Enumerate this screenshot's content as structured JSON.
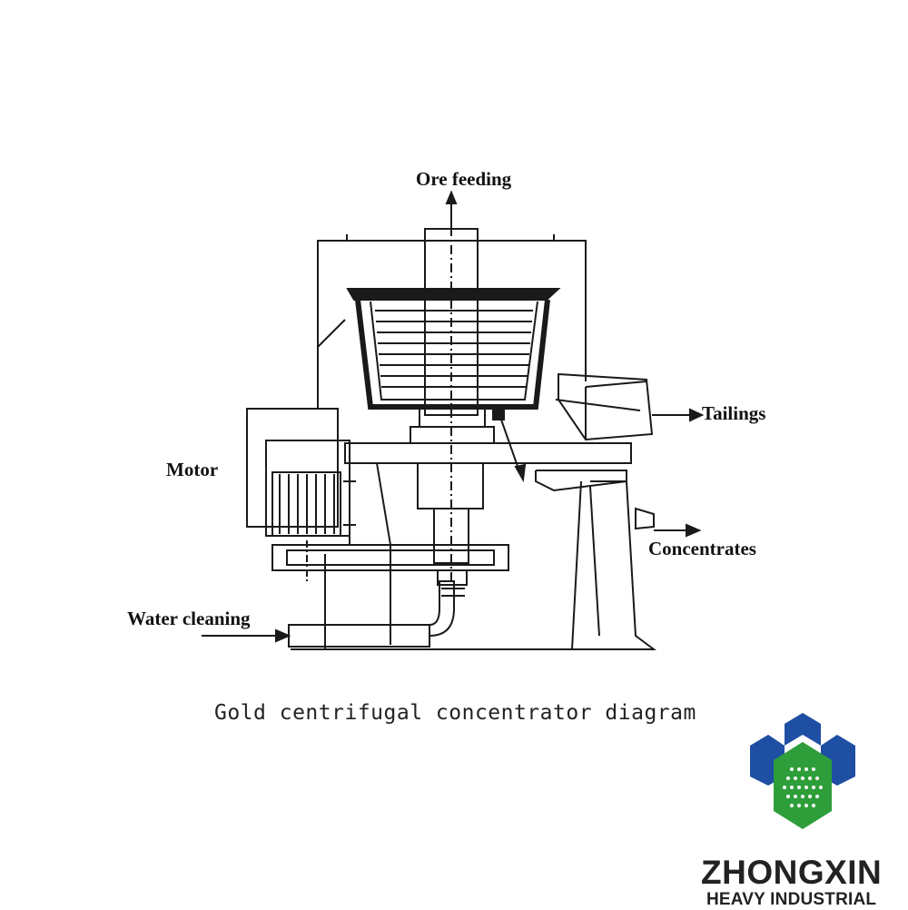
{
  "diagram": {
    "labels": {
      "ore_feeding": "Ore feeding",
      "tailings": "Tailings",
      "motor": "Motor",
      "concentrates": "Concentrates",
      "water_cleaning": "Water cleaning"
    },
    "caption": "Gold centrifugal concentrator diagram"
  },
  "brand": {
    "name": "ZHONGXIN",
    "subtitle": "HEAVY INDUSTRIAL",
    "colors": {
      "blue": "#1f4fa3",
      "green": "#2e9e3a"
    }
  },
  "line_color": "#1a1a1a"
}
